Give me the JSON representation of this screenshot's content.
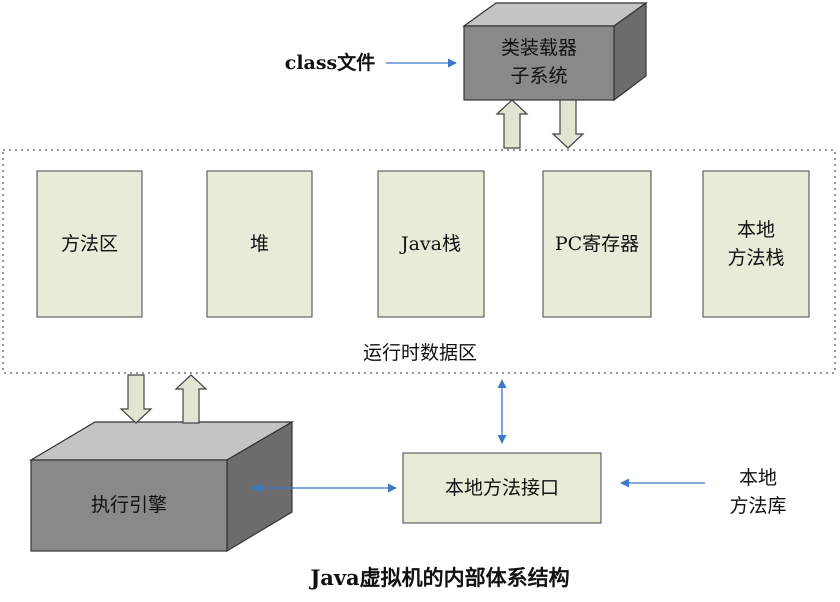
{
  "input_label": "class文件",
  "class_loader": {
    "label": "类装载器\n子系统"
  },
  "runtime_data_area": {
    "label": "运行时数据区",
    "regions": [
      {
        "label": "方法区"
      },
      {
        "label": "堆"
      },
      {
        "label": "Java栈"
      },
      {
        "label": "PC寄存器"
      },
      {
        "label": "本地\n方法栈"
      }
    ]
  },
  "execution_engine": {
    "label": "执行引擎"
  },
  "native_interface": {
    "label": "本地方法接口"
  },
  "native_library": {
    "label": "本地\n方法库"
  },
  "caption": "Java虚拟机的内部体系结构",
  "colors": {
    "region_fill": "#e8ebd8",
    "box_front": "#898989",
    "box_top": "#c4c4c4",
    "box_side": "#6c6c6c",
    "arrow_blue": "#3a78c8",
    "block_arrow_fill": "#e2e5d2"
  }
}
